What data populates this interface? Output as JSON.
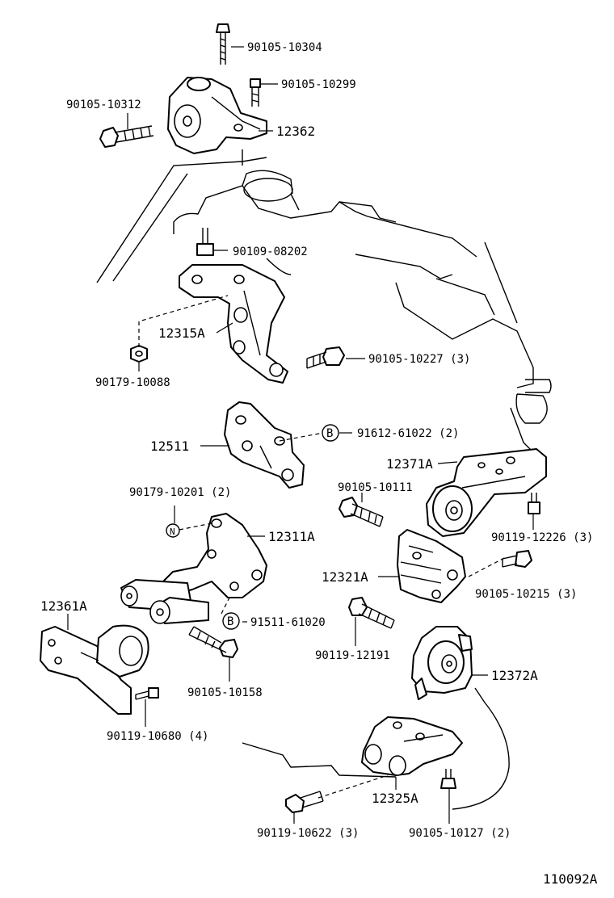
{
  "diagram": {
    "figure_code": "110092A",
    "parts": {
      "bolt_90105_10304": "90105-10304",
      "bolt_90105_10299": "90105-10299",
      "bolt_90105_10312": "90105-10312",
      "insulator_12362": "12362",
      "stud_90109_08202": "90109-08202",
      "bracket_12315A": "12315A",
      "nut_90179_10088": "90179-10088",
      "bolt_90105_10227": "90105-10227 (3)",
      "bracket_12511": "12511",
      "bolt_91612_61022": "91612-61022 (2)",
      "callout_b1": "B",
      "nut_90179_10201": "90179-10201 (2)",
      "callout_n": "N",
      "bracket_12311A": "12311A",
      "insulator_12371A": "12371A",
      "bolt_90105_10111": "90105-10111",
      "bolt_90119_12226": "90119-12226 (3)",
      "insulator_12321A": "12321A",
      "bolt_90105_10215": "90105-10215 (3)",
      "insulator_12361A": "12361A",
      "bolt_91511_61020": "91511-61020",
      "callout_b2": "B",
      "bolt_90119_12191": "90119-12191",
      "bolt_90105_10158": "90105-10158",
      "insulator_12372A": "12372A",
      "bolt_90119_10680": "90119-10680 (4)",
      "bracket_12325A": "12325A",
      "bolt_90119_10622": "90119-10622 (3)",
      "bolt_90105_10127": "90105-10127 (2)"
    }
  }
}
